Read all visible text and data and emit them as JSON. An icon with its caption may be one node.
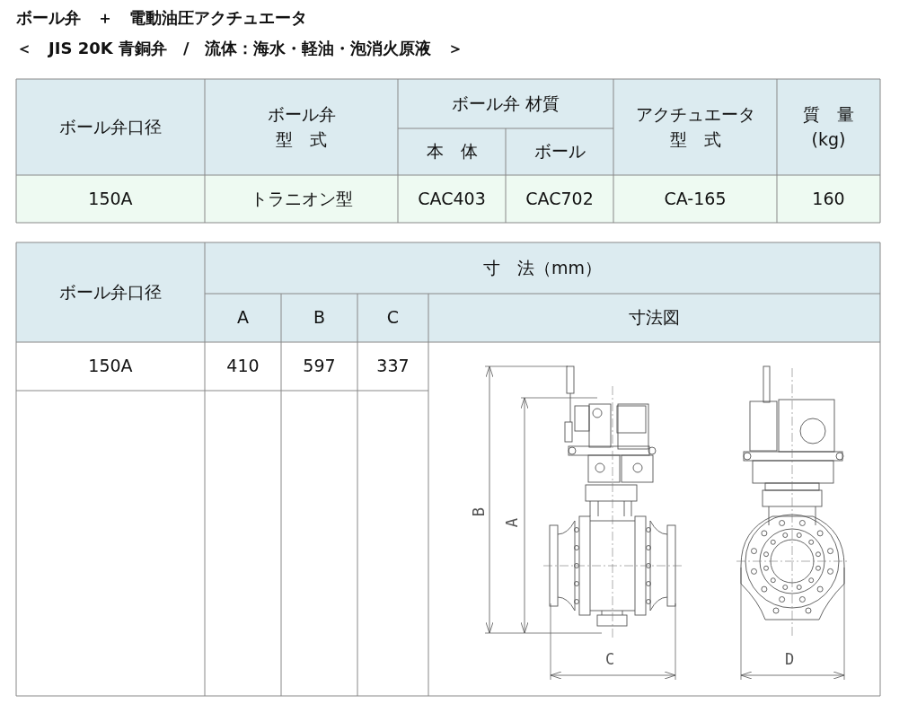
{
  "diagram": {
    "title": "ボール弁　＋　電動油圧アクチュエータ",
    "labels": [
      "＜　JIS 20K 青銅弁　/　流体：海水・軽油・泡消火原液　＞",
      "ボール弁口径",
      "ボール弁型　式",
      "ボール弁 材質",
      "アクチュエータ型　式",
      "質　量(kg)",
      "本　体",
      "ボール",
      "150A",
      "トラニオン型",
      "CAC403",
      "CAC702",
      "CA-165",
      "160",
      "ボール弁口径",
      "寸　法（mm）",
      "A",
      "B",
      "C",
      "寸法図",
      "150A",
      "410",
      "597",
      "337",
      "B",
      "A",
      "C",
      "D"
    ]
  }
}
